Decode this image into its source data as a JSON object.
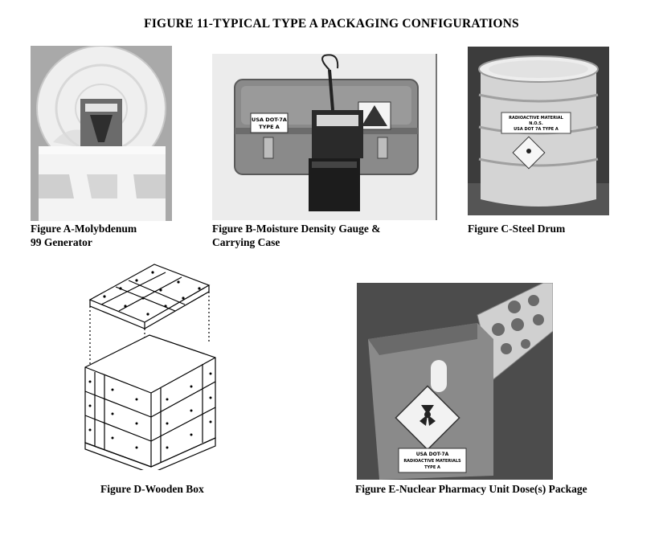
{
  "title": "FIGURE 11-TYPICAL TYPE A PACKAGING CONFIGURATIONS",
  "figures": {
    "a": {
      "caption_line1": "Figure A-Molybdenum",
      "caption_line2": "99 Generator"
    },
    "b": {
      "caption_line1": "Figure B-Moisture Density Gauge &",
      "caption_line2": "Carrying Case",
      "case_label_line1": "USA DOT-7A",
      "case_label_line2": "TYPE A"
    },
    "c": {
      "caption": "Figure C-Steel Drum",
      "drum_label_line1": "RADIOACTIVE MATERIAL",
      "drum_label_line2": "N.O.S.",
      "drum_label_line3": "USA DOT 7A TYPE A"
    },
    "d": {
      "caption": "Figure D-Wooden Box"
    },
    "e": {
      "caption": "Figure E-Nuclear Pharmacy Unit Dose(s) Package",
      "box_label_line1": "USA DOT-7A",
      "box_label_line2": "RADIOACTIVE MATERIALS",
      "box_label_line3": "TYPE A"
    }
  }
}
